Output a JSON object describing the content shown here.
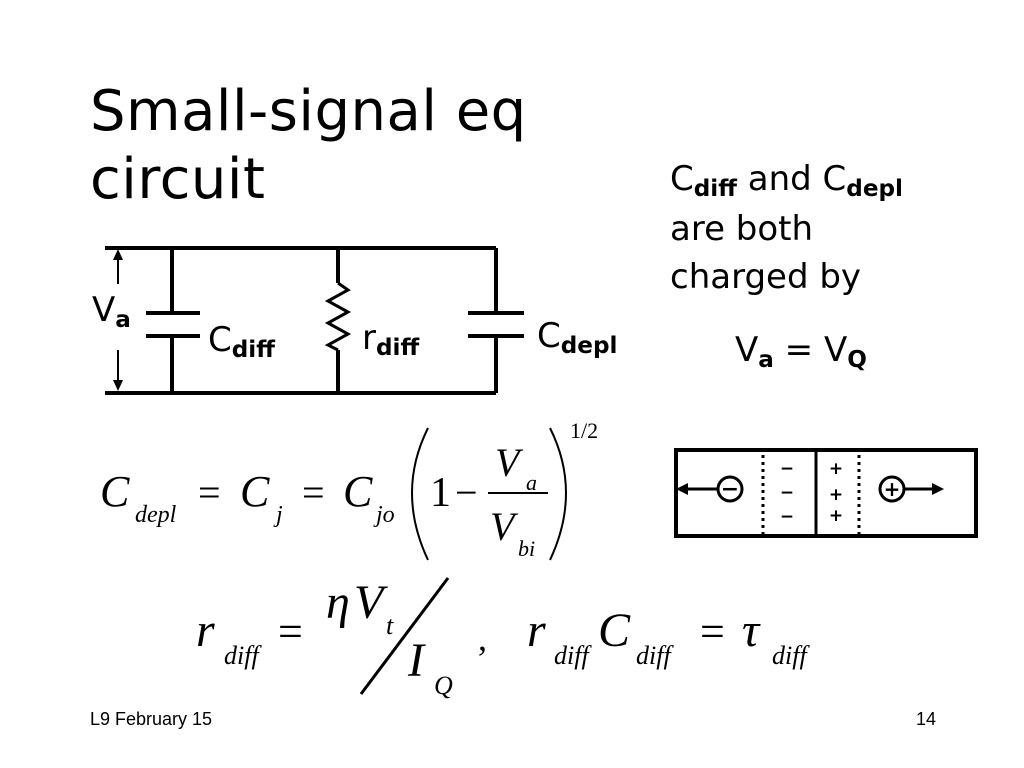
{
  "slide": {
    "title_line1": "Small-signal eq",
    "title_line2": "circuit",
    "note": {
      "c1": "C",
      "c1_sub": "diff",
      "and": " and ",
      "c2": "C",
      "c2_sub": "depl",
      "line2": "are both",
      "line3": "charged by"
    },
    "vq": {
      "v1": "V",
      "v1_sub": "a",
      "eq": " = ",
      "v2": "V",
      "v2_sub": "Q"
    },
    "circuit": {
      "va": "V",
      "va_sub": "a",
      "cdiff": "C",
      "cdiff_sub": "diff",
      "rdiff": "r",
      "rdiff_sub": "diff",
      "cdepl": "C",
      "cdepl_sub": "depl"
    },
    "junction": {
      "minus_sign": "−",
      "plus_sign": "+",
      "left_charges": [
        "−",
        "−",
        "−"
      ],
      "right_charges": [
        "+",
        "+",
        "+"
      ]
    },
    "eq1": {
      "C": "C",
      "depl": "depl",
      "eq": "=",
      "j": "j",
      "jo": "jo",
      "one": "1",
      "minus": "−",
      "V": "V",
      "a": "a",
      "bi": "bi",
      "exp": "1/2"
    },
    "eq2": {
      "r": "r",
      "diff": "diff",
      "eq": "=",
      "eta": "η",
      "V": "V",
      "t": "t",
      "I": "I",
      "Q": "Q",
      "comma": ",",
      "C": "C",
      "tau": "τ"
    },
    "footer": {
      "left": "L9 February 15",
      "right": "14"
    }
  }
}
